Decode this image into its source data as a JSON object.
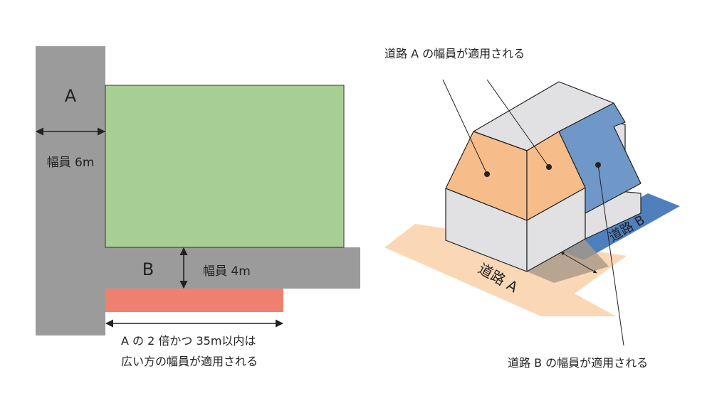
{
  "plan": {
    "road_a_label": "A",
    "road_a_width": "幅員 6m",
    "road_b_label": "B",
    "road_b_width": "幅員 4m",
    "note_line1": "A の 2 倍かつ 35m以内は",
    "note_line2": "広い方の幅員が適用される"
  },
  "iso": {
    "callout_a": "道路 A の幅員が適用される",
    "callout_b": "道路 B の幅員が適用される",
    "road_a_label": "道路 A",
    "road_b_label": "道路 B"
  },
  "colors": {
    "road_gray": "#9b9b9b",
    "site_green": "#a8cf93",
    "extension_red": "#ef8070",
    "face_orange": "#f6bd8a",
    "face_blue": "#6f98c8",
    "road_peach": "#fad8b6",
    "road_blue": "#4f80bd",
    "wall_gray": "#e1e1e4"
  }
}
